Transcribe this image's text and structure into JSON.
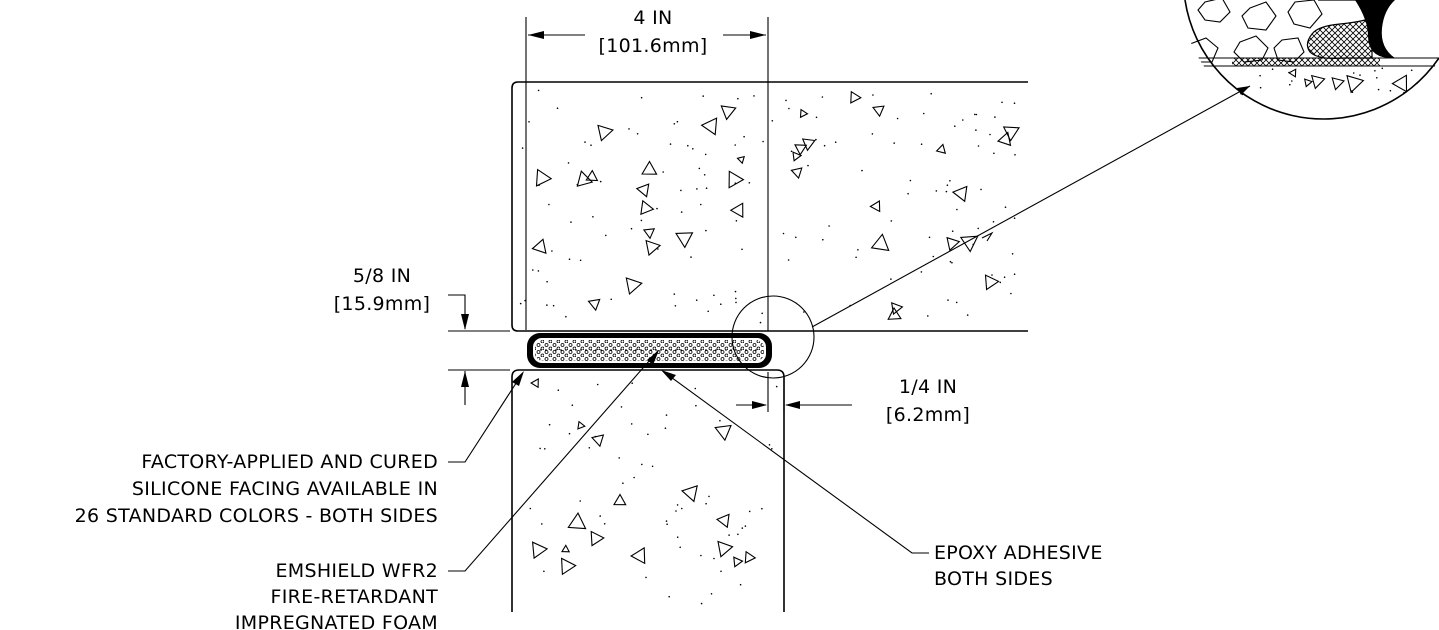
{
  "dimensions": {
    "joint_width": {
      "imperial": "4 IN",
      "metric": "[101.6mm]"
    },
    "seal_depth": {
      "imperial": "5/8 IN",
      "metric": "[15.9mm]"
    },
    "recess": {
      "imperial": "1/4 IN",
      "metric": "[6.2mm]"
    }
  },
  "callouts": {
    "facing": [
      "FACTORY-APPLIED AND CURED",
      "SILICONE FACING AVAILABLE IN",
      "26 STANDARD COLORS - BOTH SIDES"
    ],
    "foam": [
      "EMSHIELD WFR2",
      "FIRE-RETARDANT",
      "IMPREGNATED FOAM"
    ],
    "adhesive": [
      "EPOXY ADHESIVE",
      "BOTH SIDES"
    ]
  },
  "colors": {
    "ink": "#000000",
    "paper": "#ffffff"
  }
}
